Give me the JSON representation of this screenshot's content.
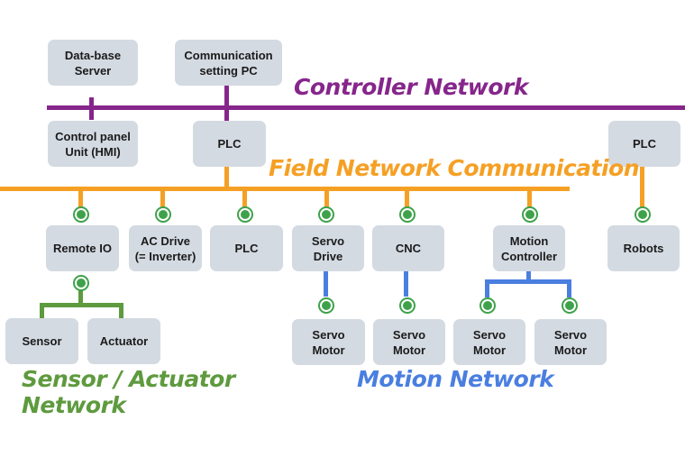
{
  "colors": {
    "controller": "#86268b",
    "field": "#f5a024",
    "sensor": "#5e9a3e",
    "motion": "#4a7fe0",
    "node": "#3ea24a",
    "box": "#d4dae2"
  },
  "labels": {
    "controller_network": "Controller Network",
    "field_network": "Field Network Communication",
    "sensor_network": "Sensor / Actuator\nNetwork",
    "motion_network": "Motion Network"
  },
  "boxes": {
    "db_server": "Data-base\nServer",
    "comm_pc": "Communication\nsetting PC",
    "hmi": "Control panel\nUnit (HMI)",
    "plc_main": "PLC",
    "plc_right": "PLC",
    "remote_io": "Remote IO",
    "ac_drive": "AC Drive\n(= Inverter)",
    "plc_field": "PLC",
    "servo_drive": "Servo\nDrive",
    "cnc": "CNC",
    "motion_controller": "Motion\nController",
    "robots": "Robots",
    "sensor": "Sensor",
    "actuator": "Actuator",
    "servo_motor_1": "Servo\nMotor",
    "servo_motor_2": "Servo\nMotor",
    "servo_motor_3": "Servo\nMotor",
    "servo_motor_4": "Servo\nMotor"
  }
}
